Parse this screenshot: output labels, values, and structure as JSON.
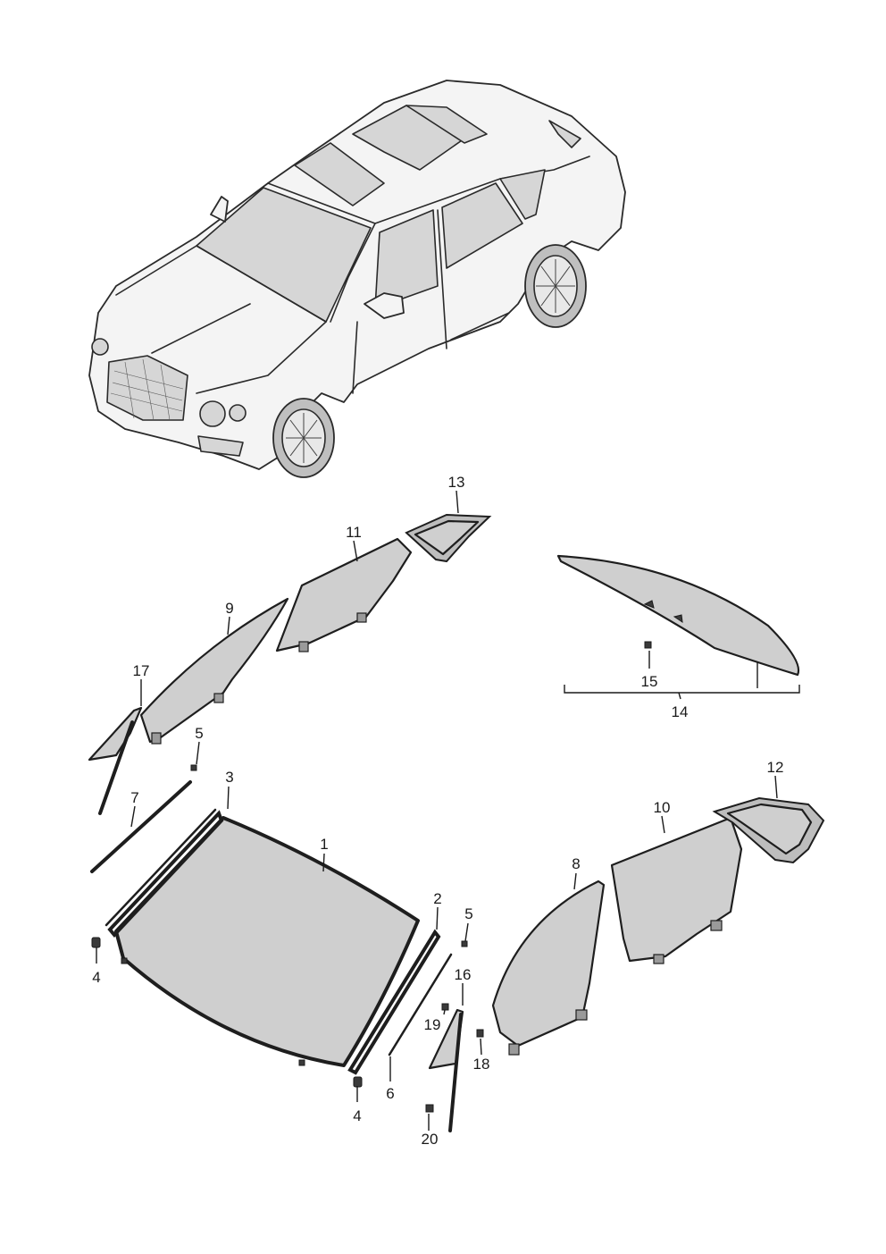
{
  "diagram": {
    "callouts": [
      {
        "id": "c1",
        "label": "1"
      },
      {
        "id": "c2",
        "label": "2"
      },
      {
        "id": "c3",
        "label": "3"
      },
      {
        "id": "c4a",
        "label": "4"
      },
      {
        "id": "c4b",
        "label": "4"
      },
      {
        "id": "c5a",
        "label": "5"
      },
      {
        "id": "c5b",
        "label": "5"
      },
      {
        "id": "c6",
        "label": "6"
      },
      {
        "id": "c7",
        "label": "7"
      },
      {
        "id": "c8",
        "label": "8"
      },
      {
        "id": "c9",
        "label": "9"
      },
      {
        "id": "c10",
        "label": "10"
      },
      {
        "id": "c11",
        "label": "11"
      },
      {
        "id": "c12",
        "label": "12"
      },
      {
        "id": "c13",
        "label": "13"
      },
      {
        "id": "c14",
        "label": "14"
      },
      {
        "id": "c15",
        "label": "15"
      },
      {
        "id": "c16",
        "label": "16"
      },
      {
        "id": "c17",
        "label": "17"
      },
      {
        "id": "c18",
        "label": "18"
      },
      {
        "id": "c19",
        "label": "19"
      },
      {
        "id": "c20",
        "label": "20"
      }
    ]
  }
}
